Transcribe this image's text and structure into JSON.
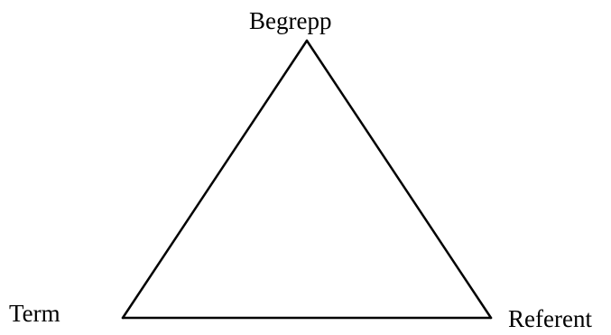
{
  "diagram": {
    "type": "semiotic-triangle",
    "vertices": {
      "top": "Begrepp",
      "left": "Term",
      "right": "Referent"
    },
    "stroke_color": "#000000",
    "text_color": "#000000",
    "background_color": "#ffffff"
  }
}
